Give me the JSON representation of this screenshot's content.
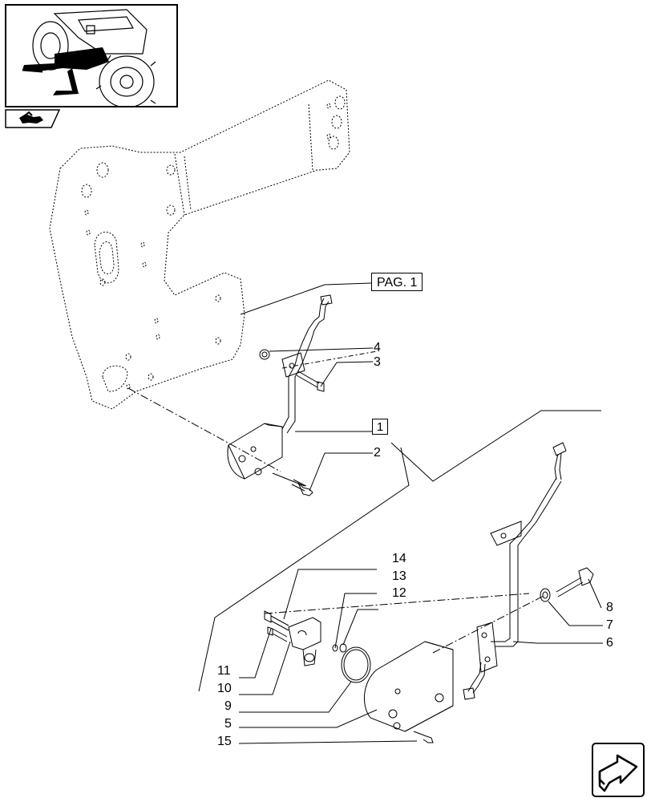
{
  "page_ref": "PAG. 1",
  "boxed_ref": "1",
  "callouts": {
    "c2": "2",
    "c3": "3",
    "c4": "4",
    "c5": "5",
    "c6": "6",
    "c7": "7",
    "c8": "8",
    "c9": "9",
    "c10": "10",
    "c11": "11",
    "c12": "12",
    "c13": "13",
    "c14": "14",
    "c15": "15"
  },
  "icons": {
    "thumbnail": "tractor-thumbnail-icon",
    "back": "previous-page-icon",
    "next": "next-page-arrow-icon"
  }
}
